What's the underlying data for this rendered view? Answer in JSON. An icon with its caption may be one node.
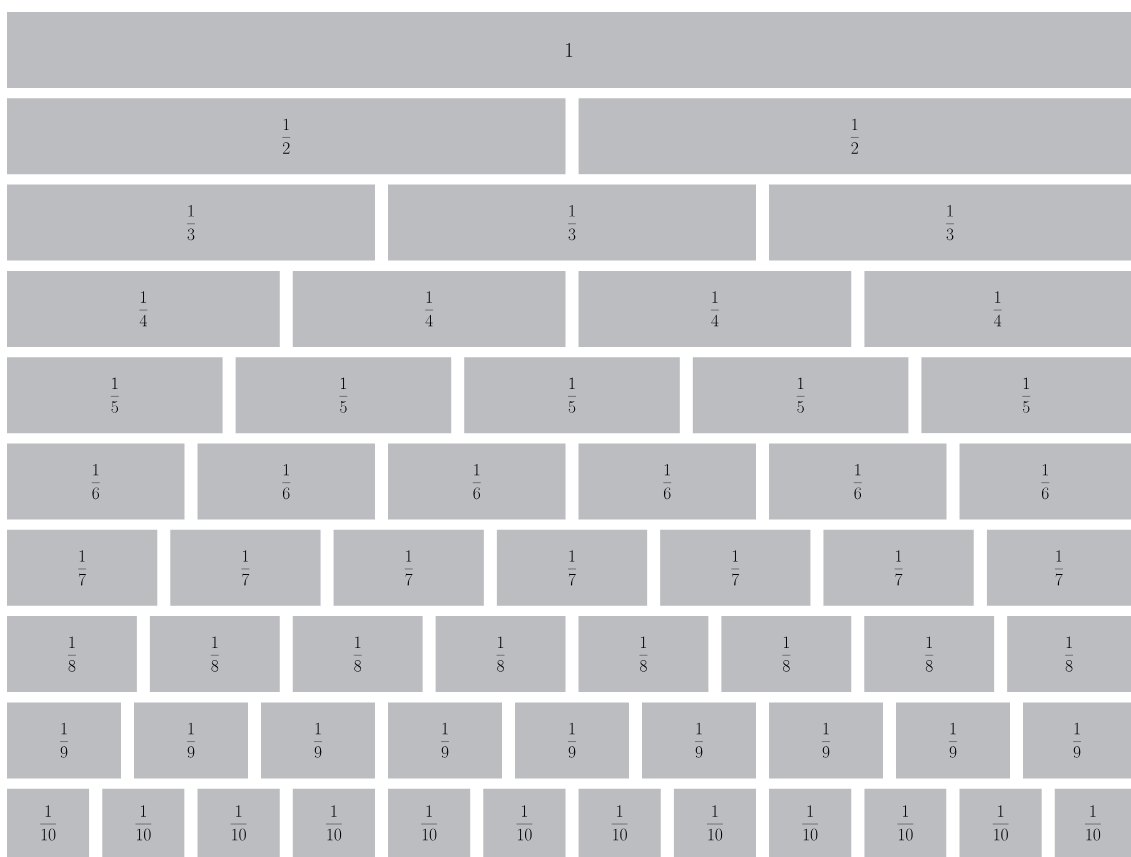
{
  "diagram": {
    "nodes": [
      {
        "text": [
          "1"
        ]
      },
      {
        "text": [
          "\\frac{1}{2}"
        ]
      },
      {
        "text": [
          "\\frac{1}{2}"
        ]
      },
      {
        "text": [
          "\\frac{1}{3}"
        ]
      },
      {
        "text": [
          "\\frac{1}{3}"
        ]
      },
      {
        "text": [
          "\\frac{1}{3}"
        ]
      },
      {
        "text": [
          "\\frac{1}{4}"
        ]
      },
      {
        "text": [
          "\\frac{1}{4}"
        ]
      },
      {
        "text": [
          "\\frac{1}{4}"
        ]
      },
      {
        "text": [
          "\\frac{1}{4}"
        ]
      },
      {
        "text": [
          "\\frac{1}{5}"
        ]
      },
      {
        "text": [
          "\\frac{1}{5}"
        ]
      },
      {
        "text": [
          "\\frac{1}{5}"
        ]
      },
      {
        "text": [
          "\\frac{1}{5}"
        ]
      },
      {
        "text": [
          "\\frac{1}{5}"
        ]
      },
      {
        "text": [
          "\\frac{1}{6}"
        ]
      },
      {
        "text": [
          "\\frac{1}{6}"
        ]
      },
      {
        "text": [
          "\\frac{1}{6}"
        ]
      },
      {
        "text": [
          "\\frac{1}{6}"
        ]
      },
      {
        "text": [
          "\\frac{1}{6}"
        ]
      },
      {
        "text": [
          "\\frac{1}{6}"
        ]
      },
      {
        "text": [
          "\\frac{1}{7}"
        ]
      },
      {
        "text": [
          "\\frac{1}{7}"
        ]
      },
      {
        "text": [
          "\\frac{1}{7}"
        ]
      },
      {
        "text": [
          "\\frac{1}{7}"
        ]
      },
      {
        "text": [
          "\\frac{1}{7}"
        ]
      },
      {
        "text": [
          "\\frac{1}{7}"
        ]
      },
      {
        "text": [
          "\\frac{1}{7}"
        ]
      },
      {
        "text": [
          "\\frac{1}{8}"
        ]
      },
      {
        "text": [
          "\\frac{1}{8}"
        ]
      },
      {
        "text": [
          "\\frac{1}{8}"
        ]
      },
      {
        "text": [
          "\\frac{1}{8}"
        ]
      },
      {
        "text": [
          "\\frac{1}{8}"
        ]
      },
      {
        "text": [
          "\\frac{1}{8}"
        ]
      },
      {
        "text": [
          "\\frac{1}{8}"
        ]
      },
      {
        "text": [
          "\\frac{1}{8}"
        ]
      },
      {
        "text": [
          "\\frac{1}{9}"
        ]
      },
      {
        "text": [
          "\\frac{1}{9}"
        ]
      },
      {
        "text": [
          "\\frac{1}{9}"
        ]
      },
      {
        "text": [
          "\\frac{1}{9}"
        ]
      },
      {
        "text": [
          "\\frac{1}{9}"
        ]
      },
      {
        "text": [
          "\\frac{1}{9}"
        ]
      },
      {
        "text": [
          "\\frac{1}{9}"
        ]
      },
      {
        "text": [
          "\\frac{1}{9}"
        ]
      },
      {
        "text": [
          "\\frac{1}{9}"
        ]
      },
      {
        "text": [
          "\\frac{1}{10}"
        ]
      },
      {
        "text": [
          "\\frac{1}{10}"
        ]
      },
      {
        "text": [
          "\\frac{1}{10}"
        ]
      },
      {
        "text": [
          "\\frac{1}{10}"
        ]
      },
      {
        "text": [
          "\\frac{1}{10}"
        ]
      },
      {
        "text": [
          "\\frac{1}{10}"
        ]
      },
      {
        "text": [
          "\\frac{1}{10}"
        ]
      },
      {
        "text": [
          "\\frac{1}{10}"
        ]
      },
      {
        "text": [
          "\\frac{1}{10}"
        ]
      },
      {
        "text": [
          "\\frac{1}{10}"
        ]
      },
      {
        "text": [
          "\\frac{1}{10}"
        ]
      },
      {
        "text": [
          "\\frac{1}{10}"
        ]
      }
    ]
  }
}
